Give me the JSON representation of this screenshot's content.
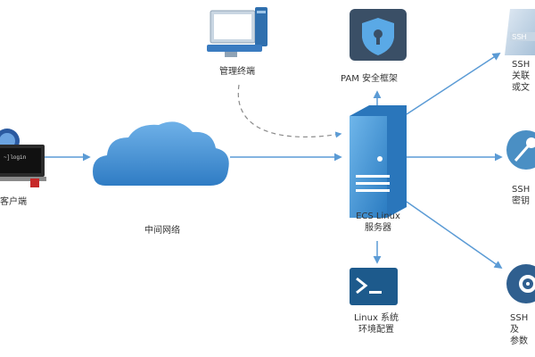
{
  "labels": {
    "client": "客户端",
    "client_terminal": "~]login",
    "middle_network": "中间网络",
    "admin_terminal": "管理终端",
    "pam": "PAM 安全框架",
    "ecs_line1": "ECS Linux",
    "ecs_line2": "服务器",
    "linux_cfg_line1": "Linux 系统",
    "linux_cfg_line2": "环境配置",
    "ssh_top_line1": "SSH",
    "ssh_top_line2": "关联",
    "ssh_top_line3": "或文",
    "ssh_top_badge": "SSH",
    "ssh_mid_line1": "SSH",
    "ssh_mid_line2": "密钥",
    "ssh_bot_line1": "SSH",
    "ssh_bot_line2": "及",
    "ssh_bot_line3": "参数"
  },
  "icons": {
    "client": "laptop-icon",
    "cloud": "cloud-icon",
    "admin": "computer-icon",
    "pam": "shield-keyhole-icon",
    "server": "server-icon",
    "linux": "terminal-icon",
    "ssh_top": "document-icon",
    "ssh_mid": "key-icon",
    "ssh_bot": "gear-icon"
  },
  "colors": {
    "accent": "#2c7fb8",
    "arrow": "#5b9bd5",
    "cloud": "#4a8fd0",
    "server": "#3d8fd0",
    "pam_tile": "#3a4f66",
    "terminal_tile": "#1d5a8c"
  }
}
